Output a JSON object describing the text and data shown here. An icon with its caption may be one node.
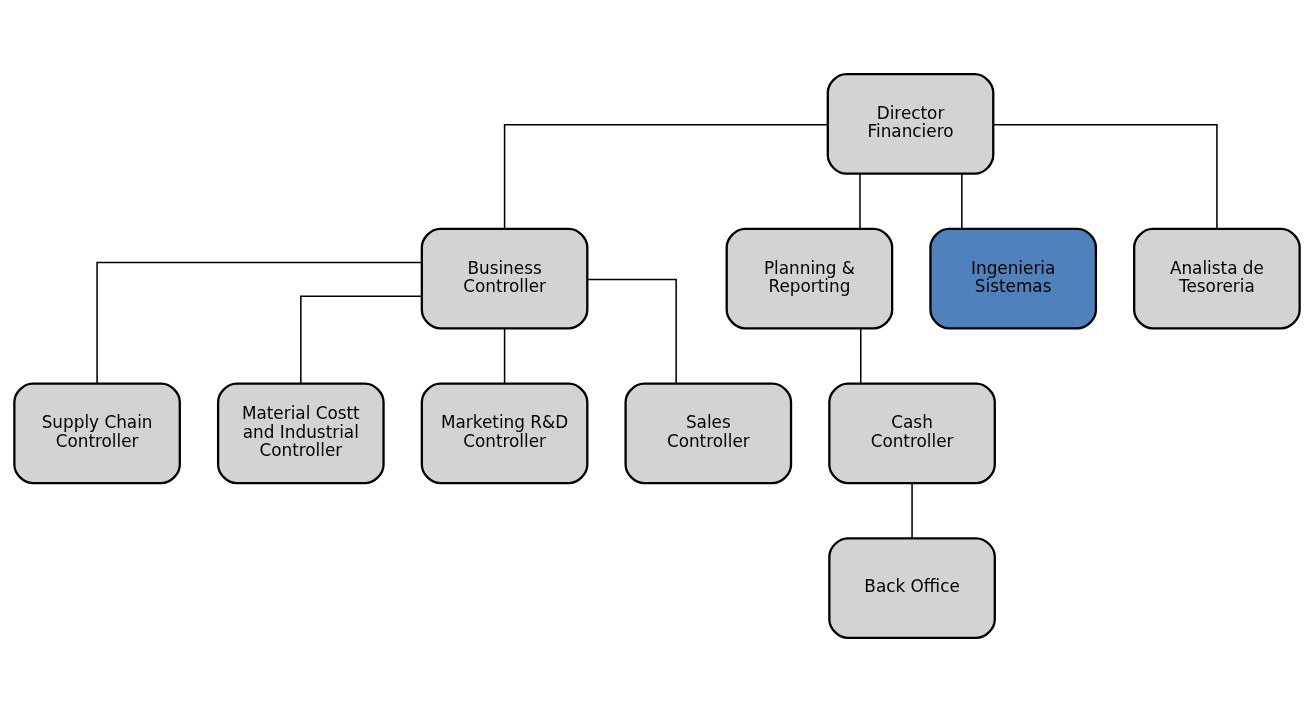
{
  "diagram": {
    "nodes": [
      {
        "text": [
          "Director Financiero"
        ]
      },
      {
        "text": [
          "Business Controller"
        ]
      },
      {
        "text": [
          "Planning & Reporting"
        ]
      },
      {
        "text": [
          "Ingenieria Sistemas"
        ]
      },
      {
        "text": [
          "Analista de Tesoreria"
        ]
      },
      {
        "text": [
          "Supply Chain Controller"
        ]
      },
      {
        "text": [
          "Material Costt and Industrial Controller"
        ]
      },
      {
        "text": [
          "Marketing R&D Controller"
        ]
      },
      {
        "text": [
          "Sales Controller"
        ]
      },
      {
        "text": [
          "Cash Controller"
        ]
      },
      {
        "text": [
          "Back Office"
        ]
      }
    ],
    "edges": [
      {
        "from": 0,
        "to": 1,
        "arrow": "none"
      },
      {
        "from": 0,
        "to": 2,
        "arrow": "none"
      },
      {
        "from": 0,
        "to": 3,
        "arrow": "none"
      },
      {
        "from": 0,
        "to": 4,
        "arrow": "none"
      },
      {
        "from": 1,
        "to": 5,
        "arrow": "none"
      },
      {
        "from": 1,
        "to": 6,
        "arrow": "none"
      },
      {
        "from": 1,
        "to": 7,
        "arrow": "none"
      },
      {
        "from": 1,
        "to": 8,
        "arrow": "none"
      },
      {
        "from": 2,
        "to": 9,
        "arrow": "none"
      },
      {
        "from": 9,
        "to": 10,
        "arrow": "none"
      }
    ]
  }
}
